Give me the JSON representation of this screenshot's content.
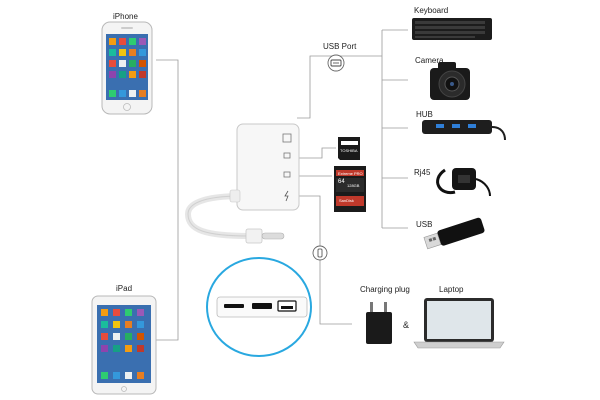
{
  "devices": {
    "iphone": "iPhone",
    "ipad": "iPad"
  },
  "port_label": "USB Port",
  "peripherals": {
    "keyboard": "Keyboard",
    "camera": "Camera",
    "hub": "HUB",
    "rj45": "Rj45",
    "usb": "USB",
    "charging_plug": "Charging plug",
    "ampersand": "&",
    "laptop": "Laptop"
  },
  "cards": {
    "micro_sd_brand": "TOSHIBA",
    "sd_brand": "SanDisk",
    "sd_line": "Extreme PRO",
    "sd_capacity": "128GB",
    "sd_capacity_short": "64"
  },
  "colors": {
    "line": "#9a9a9a",
    "accent_ring": "#29a8e0",
    "device_dark": "#1a1a1a"
  }
}
